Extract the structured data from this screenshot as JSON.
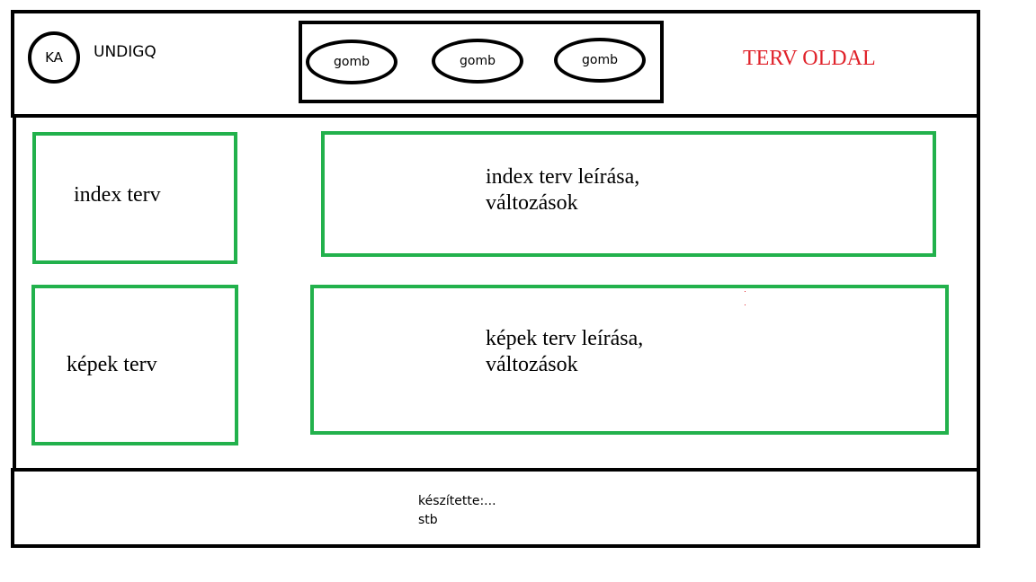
{
  "header": {
    "logo_text": "KA",
    "site_name": "UNDIGQ",
    "nav_buttons": [
      "gomb",
      "gomb",
      "gomb"
    ],
    "page_title": "TERV OLDAL",
    "title_color": "#e0222a"
  },
  "main": {
    "rows": [
      {
        "label": "index terv",
        "description_line1": "index terv leírása,",
        "description_line2": "változások"
      },
      {
        "label": "képek terv",
        "description_line1": "képek terv leírása,",
        "description_line2": "változások"
      }
    ],
    "box_color": "#22b14c"
  },
  "footer": {
    "line1": "készítette:...",
    "line2": "stb"
  }
}
